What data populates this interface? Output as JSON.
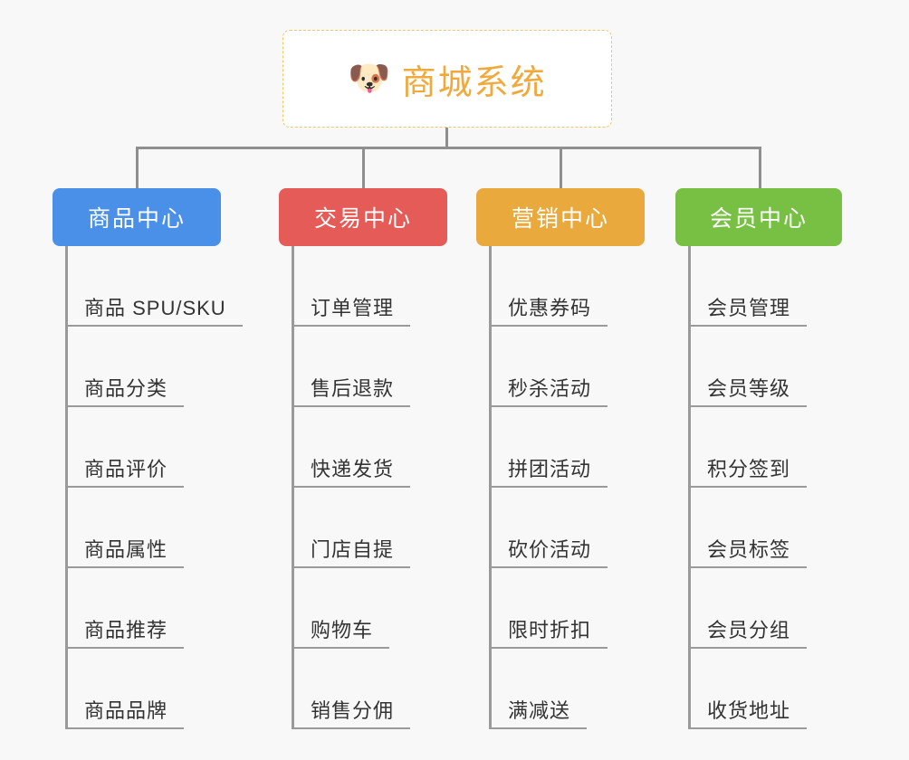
{
  "page": {
    "background_color": "#f8f8f8",
    "line_color": "#8f8f8f"
  },
  "root": {
    "icon": "dog-face-emoji",
    "icon_glyph": "🐶",
    "title": "商城系统",
    "text_color": "#f0a93c",
    "border_color": "#f3c569",
    "background_color": "#ffffff"
  },
  "columns": [
    {
      "title": "商品中心",
      "color": "#4a90e8",
      "items": [
        "商品 SPU/SKU",
        "商品分类",
        "商品评价",
        "商品属性",
        "商品推荐",
        "商品品牌"
      ]
    },
    {
      "title": "交易中心",
      "color": "#e45b57",
      "items": [
        "订单管理",
        "售后退款",
        "快递发货",
        "门店自提",
        "购物车",
        "销售分佣"
      ]
    },
    {
      "title": "营销中心",
      "color": "#eaa93c",
      "items": [
        "优惠券码",
        "秒杀活动",
        "拼团活动",
        "砍价活动",
        "限时折扣",
        "满减送"
      ]
    },
    {
      "title": "会员中心",
      "color": "#77c043",
      "items": [
        "会员管理",
        "会员等级",
        "积分签到",
        "会员标签",
        "会员分组",
        "收货地址"
      ]
    }
  ]
}
